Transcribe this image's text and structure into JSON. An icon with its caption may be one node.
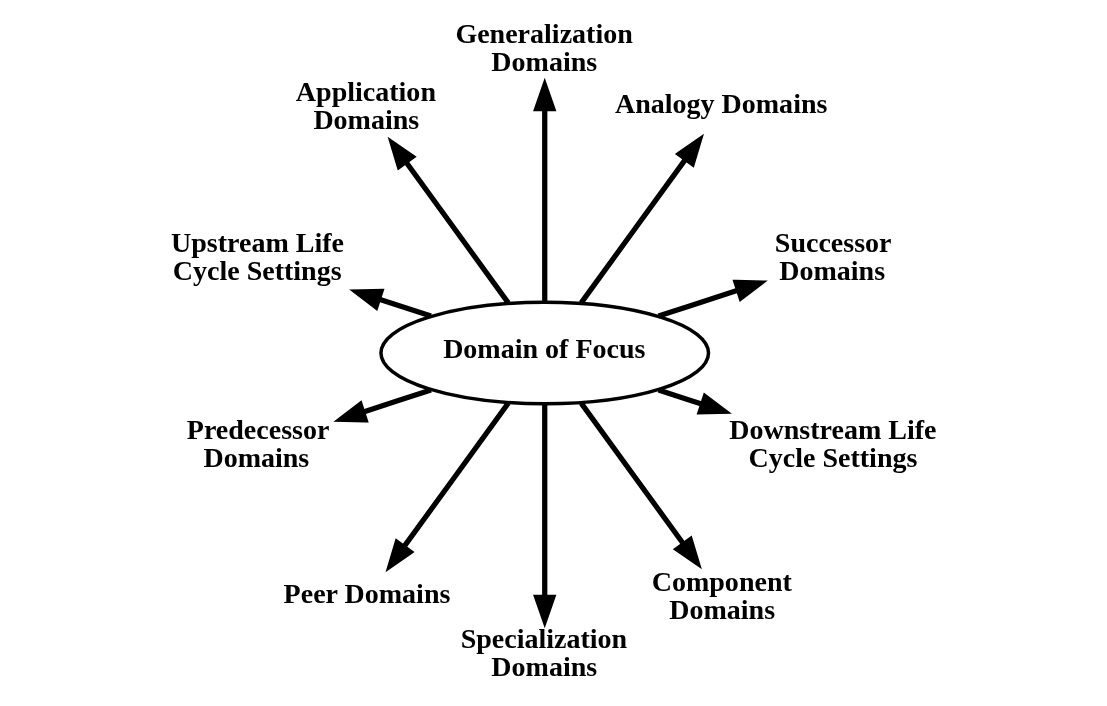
{
  "diagram": {
    "nodes": [
      {
        "text": [
          "Domain of Focus"
        ]
      },
      {
        "text": [
          "Successor Domains"
        ]
      },
      {
        "text": [
          "Analogy Domains"
        ]
      },
      {
        "text": [
          "Generalization Domains"
        ]
      },
      {
        "text": [
          "Application Domains"
        ]
      },
      {
        "text": [
          "Upstream Life Cycle Settings"
        ]
      },
      {
        "text": [
          "Predecessor Domains"
        ]
      },
      {
        "text": [
          "Peer Domains"
        ]
      },
      {
        "text": [
          "Specialization Domains"
        ]
      },
      {
        "text": [
          "Component Domains"
        ]
      },
      {
        "text": [
          "Downstream Life Cycle Settings"
        ]
      }
    ],
    "edges": [
      {
        "from": 0,
        "to": 3,
        "arrow": "to"
      },
      {
        "from": 0,
        "to": 4,
        "arrow": "to"
      },
      {
        "from": 0,
        "to": 2,
        "arrow": "to"
      },
      {
        "from": 0,
        "to": 5,
        "arrow": "to"
      },
      {
        "from": 0,
        "to": 6,
        "arrow": "to"
      },
      {
        "from": 0,
        "to": 1,
        "arrow": "to"
      },
      {
        "from": 0,
        "to": 10,
        "arrow": "to"
      },
      {
        "from": 0,
        "to": 7,
        "arrow": "to"
      },
      {
        "from": 0,
        "to": 9,
        "arrow": "to"
      },
      {
        "from": 0,
        "to": 8,
        "arrow": "to"
      }
    ]
  }
}
